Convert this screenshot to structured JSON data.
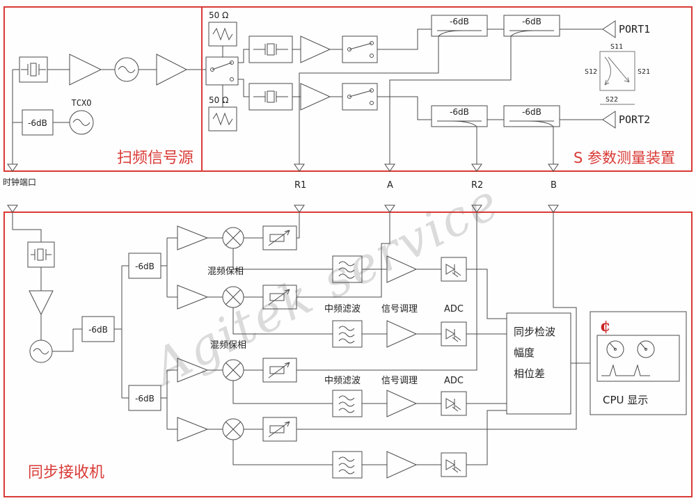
{
  "watermark": "Agitek service",
  "sections": {
    "source_title": "扫频信号源",
    "sparam_title": "S 参数测量装置",
    "receiver_title": "同步接收机"
  },
  "connectors": {
    "clock_port": "时钟端口",
    "r1": "R1",
    "a": "A",
    "r2": "R2",
    "b": "B"
  },
  "blocks": {
    "load": "50 Ω",
    "attenuator": "-6dB",
    "tcxo": "TCXO",
    "port1": "PORT1",
    "port2": "PORT2",
    "mix_phase": "混频保相",
    "if_filter": "中频滤波",
    "signal_conditioning": "信号调理",
    "adc": "ADC",
    "sync_line1": "同步检波",
    "sync_line2": "幅度",
    "sync_line3": "相位差",
    "cpu_display": "CPU 显示",
    "cent_symbol": "¢"
  },
  "sparams": {
    "s11": "S11",
    "s12": "S12",
    "s21": "S21",
    "s22": "S22"
  },
  "colors": {
    "frame_red": "#d93a36",
    "line": "#4a4a4a",
    "text": "#222222",
    "watermark_gray": "#bfbfbf",
    "accent_red": "#cc2222",
    "background": "#fefefe"
  }
}
